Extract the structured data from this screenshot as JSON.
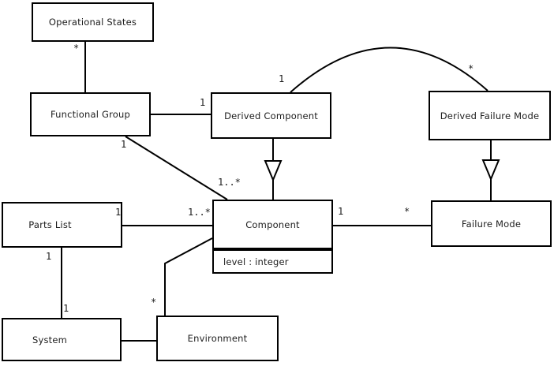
{
  "diagram": {
    "kind": "uml-class-diagram",
    "background_color": "#ffffff",
    "line_color": "#000000",
    "text_color": "#1c1c1c"
  },
  "classes": {
    "operational_states": {
      "label": "Operational States"
    },
    "functional_group": {
      "label": "Functional Group"
    },
    "derived_component": {
      "label": "Derived Component"
    },
    "derived_failure_mode": {
      "label": "Derived Failure Mode"
    },
    "parts_list": {
      "label": "Parts List"
    },
    "component": {
      "label": "Component",
      "attributes": [
        "level : integer"
      ]
    },
    "failure_mode": {
      "label": "Failure Mode"
    },
    "system": {
      "label": "System"
    },
    "environment": {
      "label": "Environment"
    }
  },
  "multiplicities": {
    "os_fg_star": {
      "text": "*"
    },
    "fg_dc_one": {
      "text": "1"
    },
    "fg_comp_one": {
      "text": "1"
    },
    "fg_comp_many": {
      "text": "1..*"
    },
    "dc_curve_one": {
      "text": "1"
    },
    "dfm_curve_star": {
      "text": "*"
    },
    "pl_comp_one": {
      "text": "1"
    },
    "pl_comp_many": {
      "text": "1..*"
    },
    "comp_fm_one": {
      "text": "1"
    },
    "comp_fm_star": {
      "text": "*"
    },
    "pl_sys_one_upper": {
      "text": "1"
    },
    "pl_sys_one_lower": {
      "text": "1"
    },
    "env_comp_star": {
      "text": "*"
    }
  },
  "relationships": [
    {
      "from": "Operational States",
      "to": "Functional Group",
      "type": "association",
      "from_multiplicity": "*"
    },
    {
      "from": "Functional Group",
      "to": "Derived Component",
      "type": "association",
      "to_multiplicity": "1"
    },
    {
      "from": "Functional Group",
      "to": "Component",
      "type": "association",
      "from_multiplicity": "1",
      "to_multiplicity": "1..*"
    },
    {
      "from": "Derived Component",
      "to": "Component",
      "type": "generalization"
    },
    {
      "from": "Derived Component",
      "to": "Derived Failure Mode",
      "type": "association",
      "from_multiplicity": "1",
      "to_multiplicity": "*"
    },
    {
      "from": "Derived Failure Mode",
      "to": "Failure Mode",
      "type": "generalization"
    },
    {
      "from": "Component",
      "to": "Failure Mode",
      "type": "association",
      "from_multiplicity": "1",
      "to_multiplicity": "*"
    },
    {
      "from": "Parts List",
      "to": "Component",
      "type": "association",
      "from_multiplicity": "1",
      "to_multiplicity": "1..*"
    },
    {
      "from": "Parts List",
      "to": "System",
      "type": "association",
      "from_multiplicity": "1",
      "to_multiplicity": "1"
    },
    {
      "from": "System",
      "to": "Environment",
      "type": "association"
    },
    {
      "from": "Component",
      "to": "Environment",
      "type": "association",
      "to_multiplicity": "*"
    }
  ]
}
